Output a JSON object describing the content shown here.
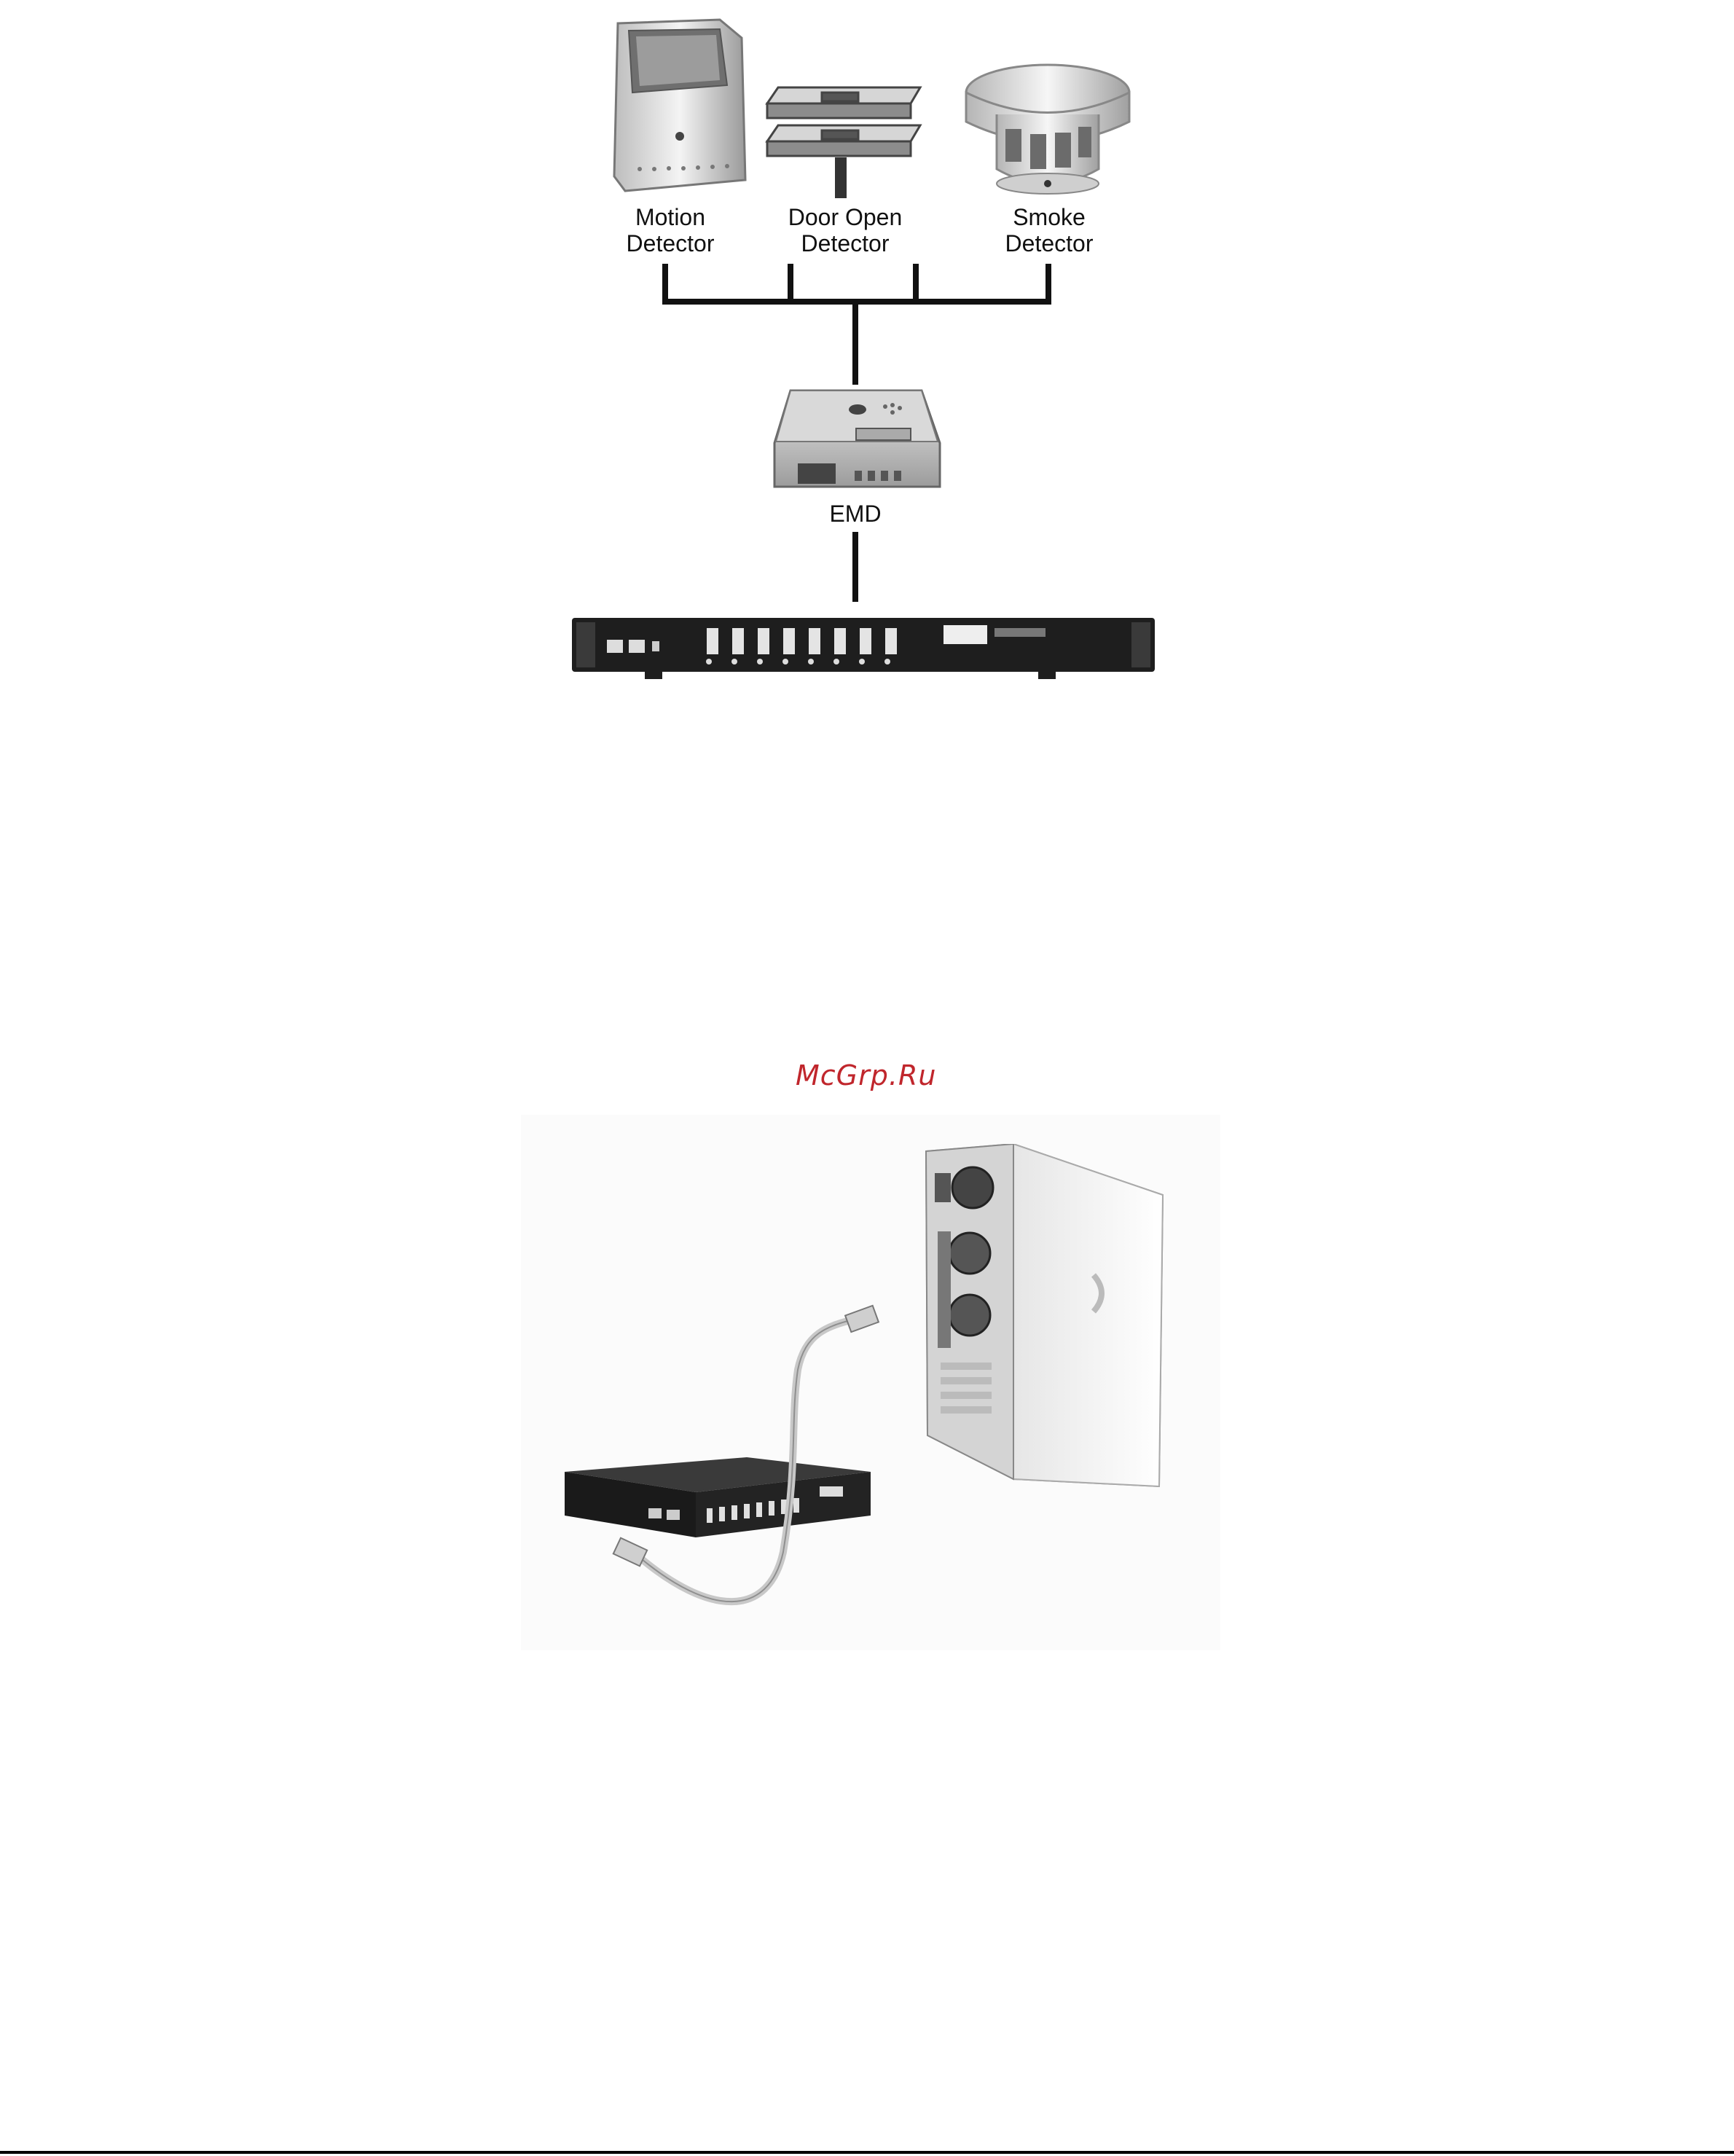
{
  "figure_top": {
    "devices": [
      {
        "line1": "Motion",
        "line2": "Detector"
      },
      {
        "line1": "Door Open",
        "line2": "Detector"
      },
      {
        "line1": "Smoke",
        "line2": "Detector"
      }
    ],
    "emd_label": "EMD"
  },
  "watermark": "McGrp.Ru"
}
